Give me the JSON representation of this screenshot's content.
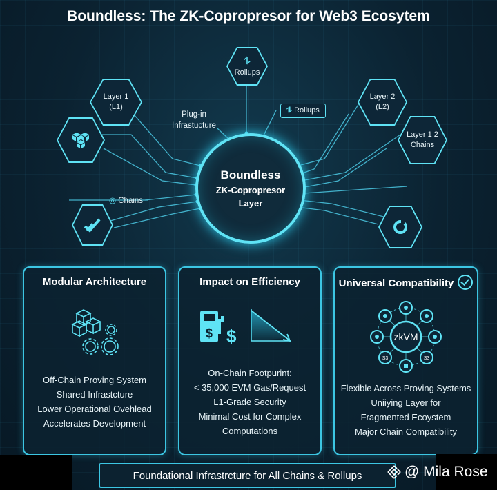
{
  "title": "Boundless: The ZK-Copropresor for Web3 Ecosytem",
  "hub": {
    "line1": "Boundless",
    "line2": "ZK-Copropresor",
    "line3": "Layer"
  },
  "nodes": {
    "rollups_top": "Rollups",
    "layer1_a": "Layer 1",
    "layer1_b": "(L1)",
    "layer2_a": "Layer 2",
    "layer2_b": "(L2)",
    "layer12_a": "Layer 1 2",
    "layer12_b": "Chains",
    "plugin_a": "Plug-in",
    "plugin_b": "Infrastucture",
    "rollups_pill": "Rollups",
    "chains_tag": "Chains"
  },
  "cards": {
    "modular": {
      "title": "Modular Architecture",
      "lines": [
        "Off-Chain Proving System",
        "Shared Infrastcture",
        "Lower Operational Ovehlead",
        "Accelerates Development"
      ]
    },
    "efficiency": {
      "title": "Impact on Efficiency",
      "lines": [
        "On-Chain Footpurint:",
        "< 35,000 EVM Gas/Request",
        "L1-Grade Security",
        "Minimal Cost for Complex",
        "Computations"
      ]
    },
    "compat": {
      "title": "Universal Compatibility",
      "center": "zkVM",
      "ring_labels": [
        "S3",
        "S3"
      ],
      "lines": [
        "Flexible Across Proving Systems",
        "Uniiying Layer for",
        "Fragmented Ecoystem",
        "Major Chain Compatibility"
      ]
    }
  },
  "footer": "Foundational Infrastrcture for All Chains & Rollups",
  "watermark": "@ Mila Rose",
  "colors": {
    "accent": "#5fe3f5",
    "background": "#0b2231"
  }
}
